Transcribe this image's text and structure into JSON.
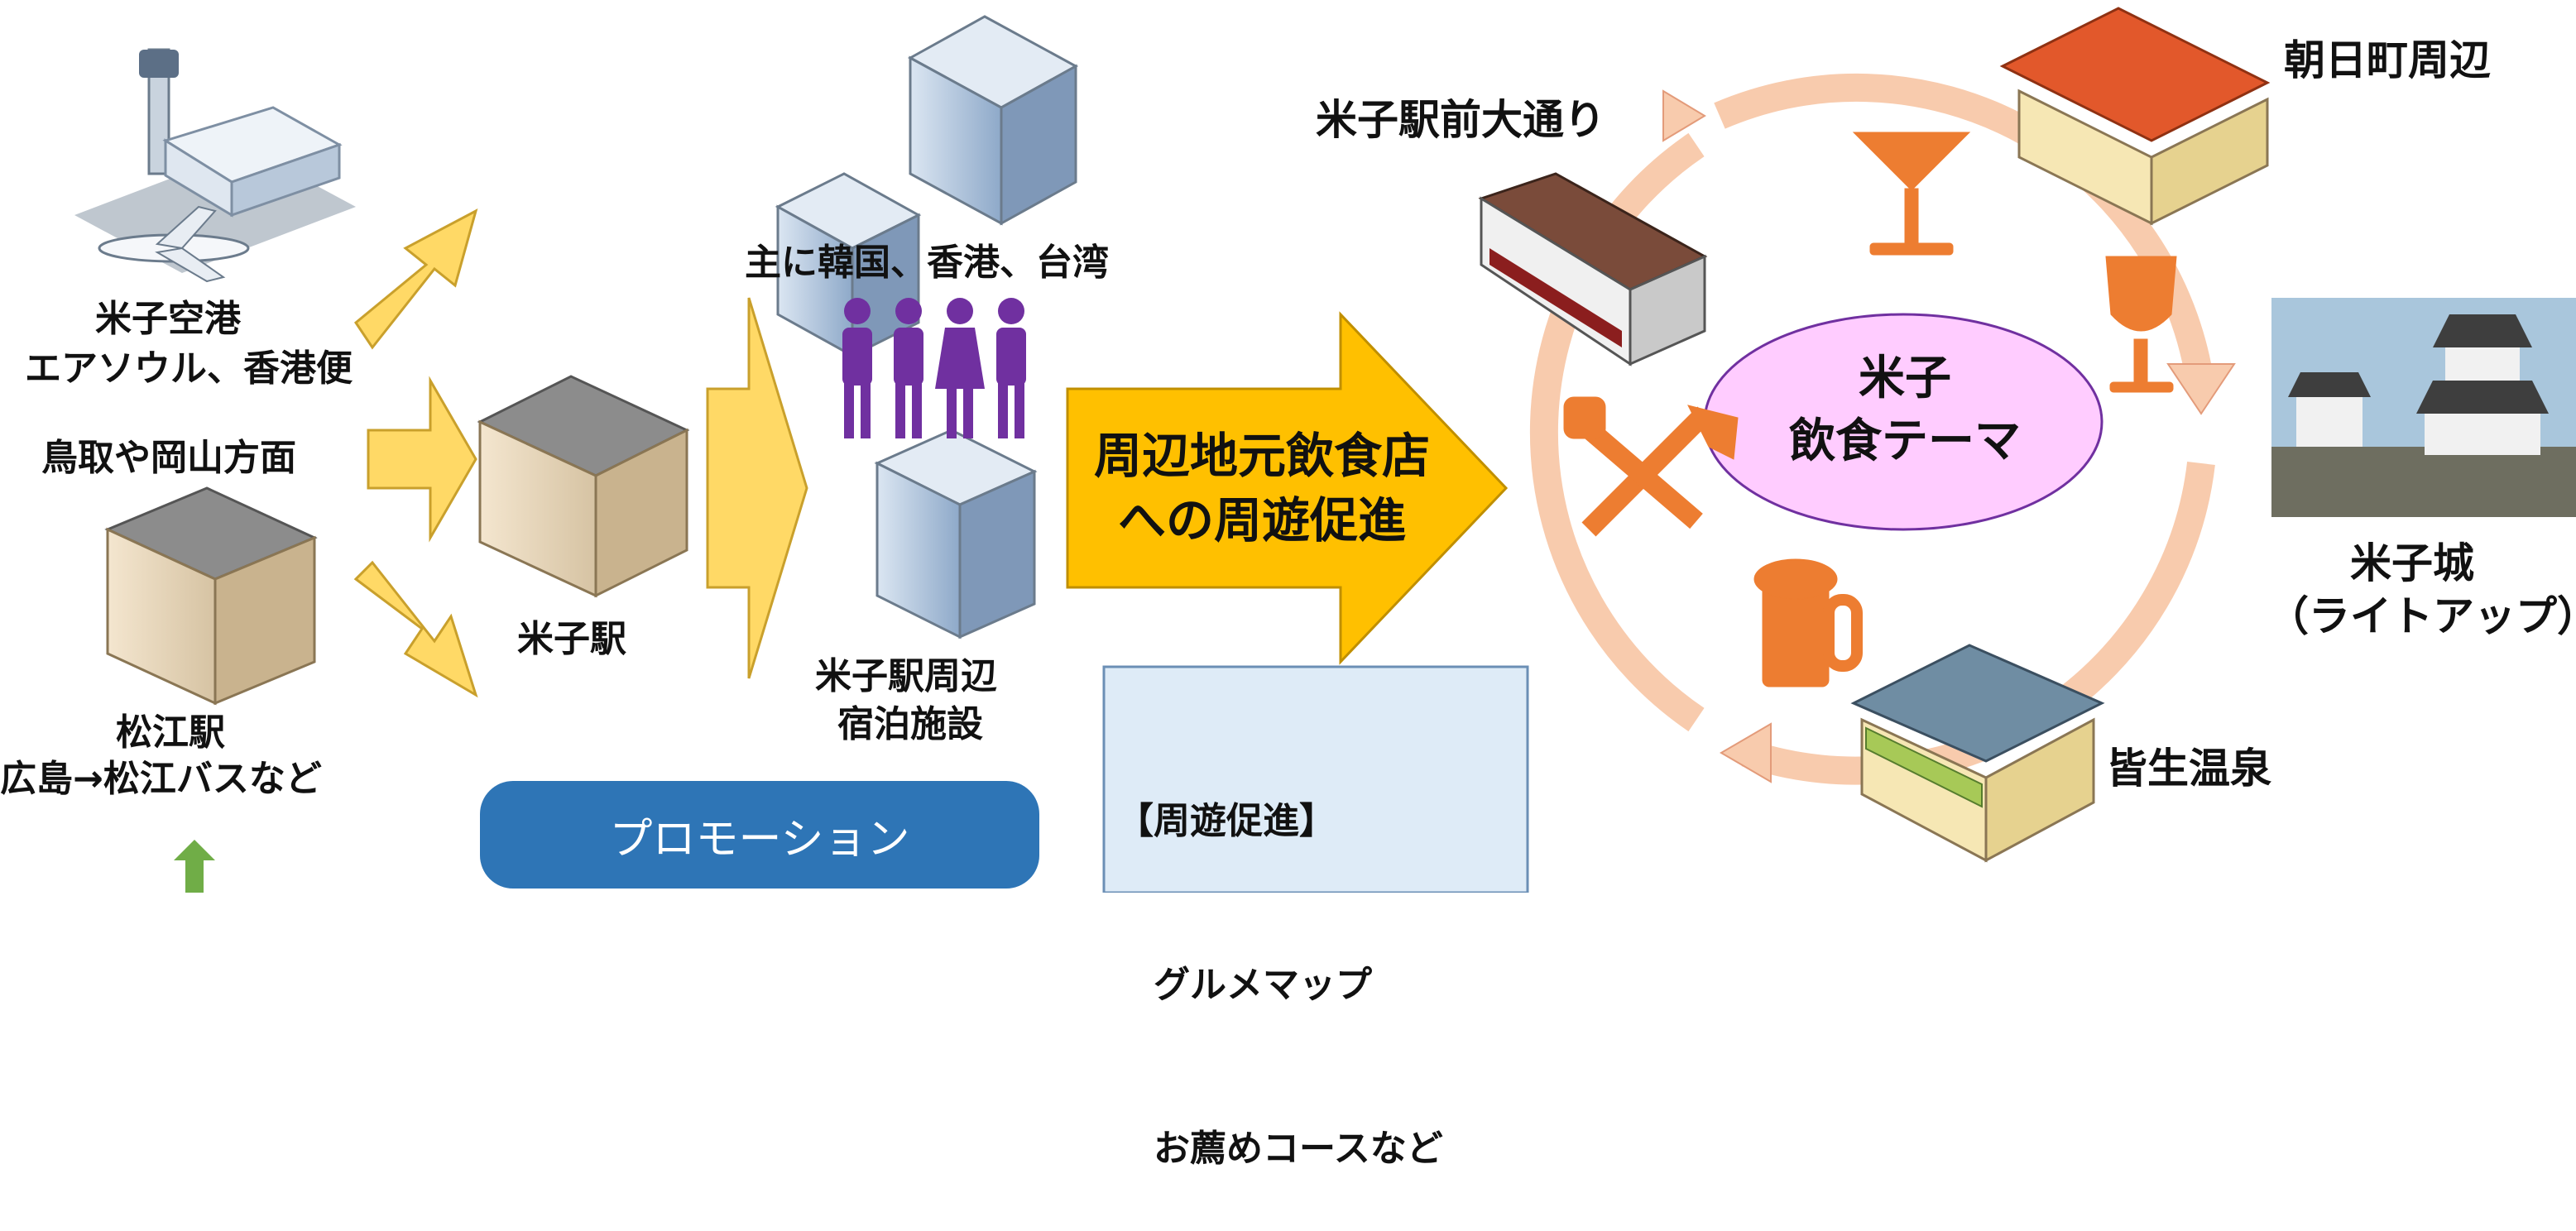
{
  "sources": {
    "airport_name": "米子空港",
    "airport_routes": "エアソウル、香港便",
    "regional_directions": "鳥取や岡山方面",
    "matsue_station": "松江駅",
    "matsue_routes": "広島→松江バスなど"
  },
  "hub": {
    "yonago_station": "米子駅",
    "lodging_line1": "米子駅周辺",
    "lodging_line2": "宿泊施設",
    "visitor_origin": "主に韓国、香港、台湾"
  },
  "promotion": {
    "arrow_line1": "周辺地元飲食店",
    "arrow_line2": "への周遊促進",
    "note_lines": [
      "【周遊促進】",
      "　グルメマップ",
      "　お薦めコースなど"
    ],
    "button_label": "プロモーション"
  },
  "food_cycle": {
    "center_line1": "米子",
    "center_line2": "飲食テーマ",
    "spots": {
      "ekimae": "米子駅前大通り",
      "asahimachi": "朝日町周辺",
      "castle_line1": "米子城",
      "castle_line2": "（ライトアップ）",
      "kaike": "皆生温泉"
    }
  },
  "colors": {
    "yellow_arrow": "#ffd966",
    "orange_arrow": "#ffc000",
    "cycle_ring": "#f8cbad",
    "center_ellipse": "#ffccff",
    "food_icon": "#ed7d31",
    "people": "#7030a0",
    "promo_button": "#2e75b6",
    "note_bg": "#deebf7",
    "up_arrow": "#70ad47"
  }
}
